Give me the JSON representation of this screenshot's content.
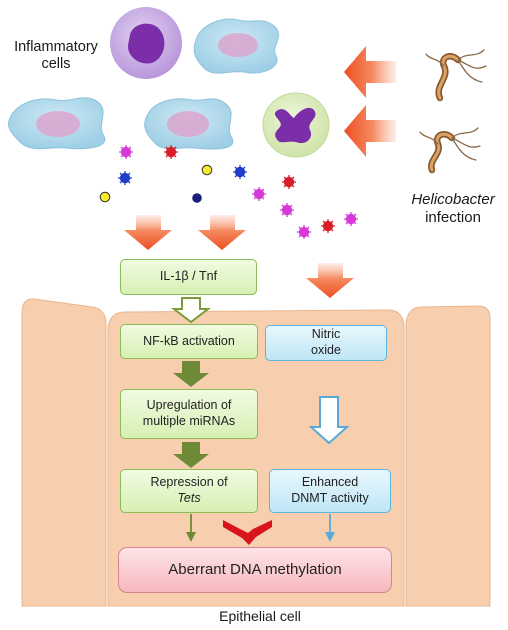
{
  "labels": {
    "inflammatory_cells": [
      "Inflammatory",
      "cells"
    ],
    "helicobacter": "Helicobacter",
    "infection": "infection",
    "epithelial_cell": "Epithelial cell"
  },
  "boxes": {
    "il1b_tnf": "IL-1β / Tnf",
    "nfkb": "NF-kB activation",
    "nitric_oxide": [
      "Nitric",
      "oxide"
    ],
    "upregulation": [
      "Upregulation of",
      "multiple miRNAs"
    ],
    "repression": [
      "Repression of",
      "Tets"
    ],
    "dnmt": [
      "Enhanced",
      "DNMT activity"
    ],
    "aberrant": "Aberrant DNA methylation"
  },
  "colors": {
    "cytokine_magenta": "#d63ad6",
    "cytokine_red": "#d81e2b",
    "cytokine_blue": "#1e3cc8",
    "cytokine_yellow": "#f6ea2a",
    "cytokine_navy": "#1b1f7a",
    "arrow_orange": "#f26a3d",
    "arrow_olive": "#6f8a37",
    "arrow_red": "#d8141c",
    "arrow_blue": "#59a9d8",
    "cell_fill": "#f8cfae",
    "nucleus_purple": "#7b2ea8"
  }
}
